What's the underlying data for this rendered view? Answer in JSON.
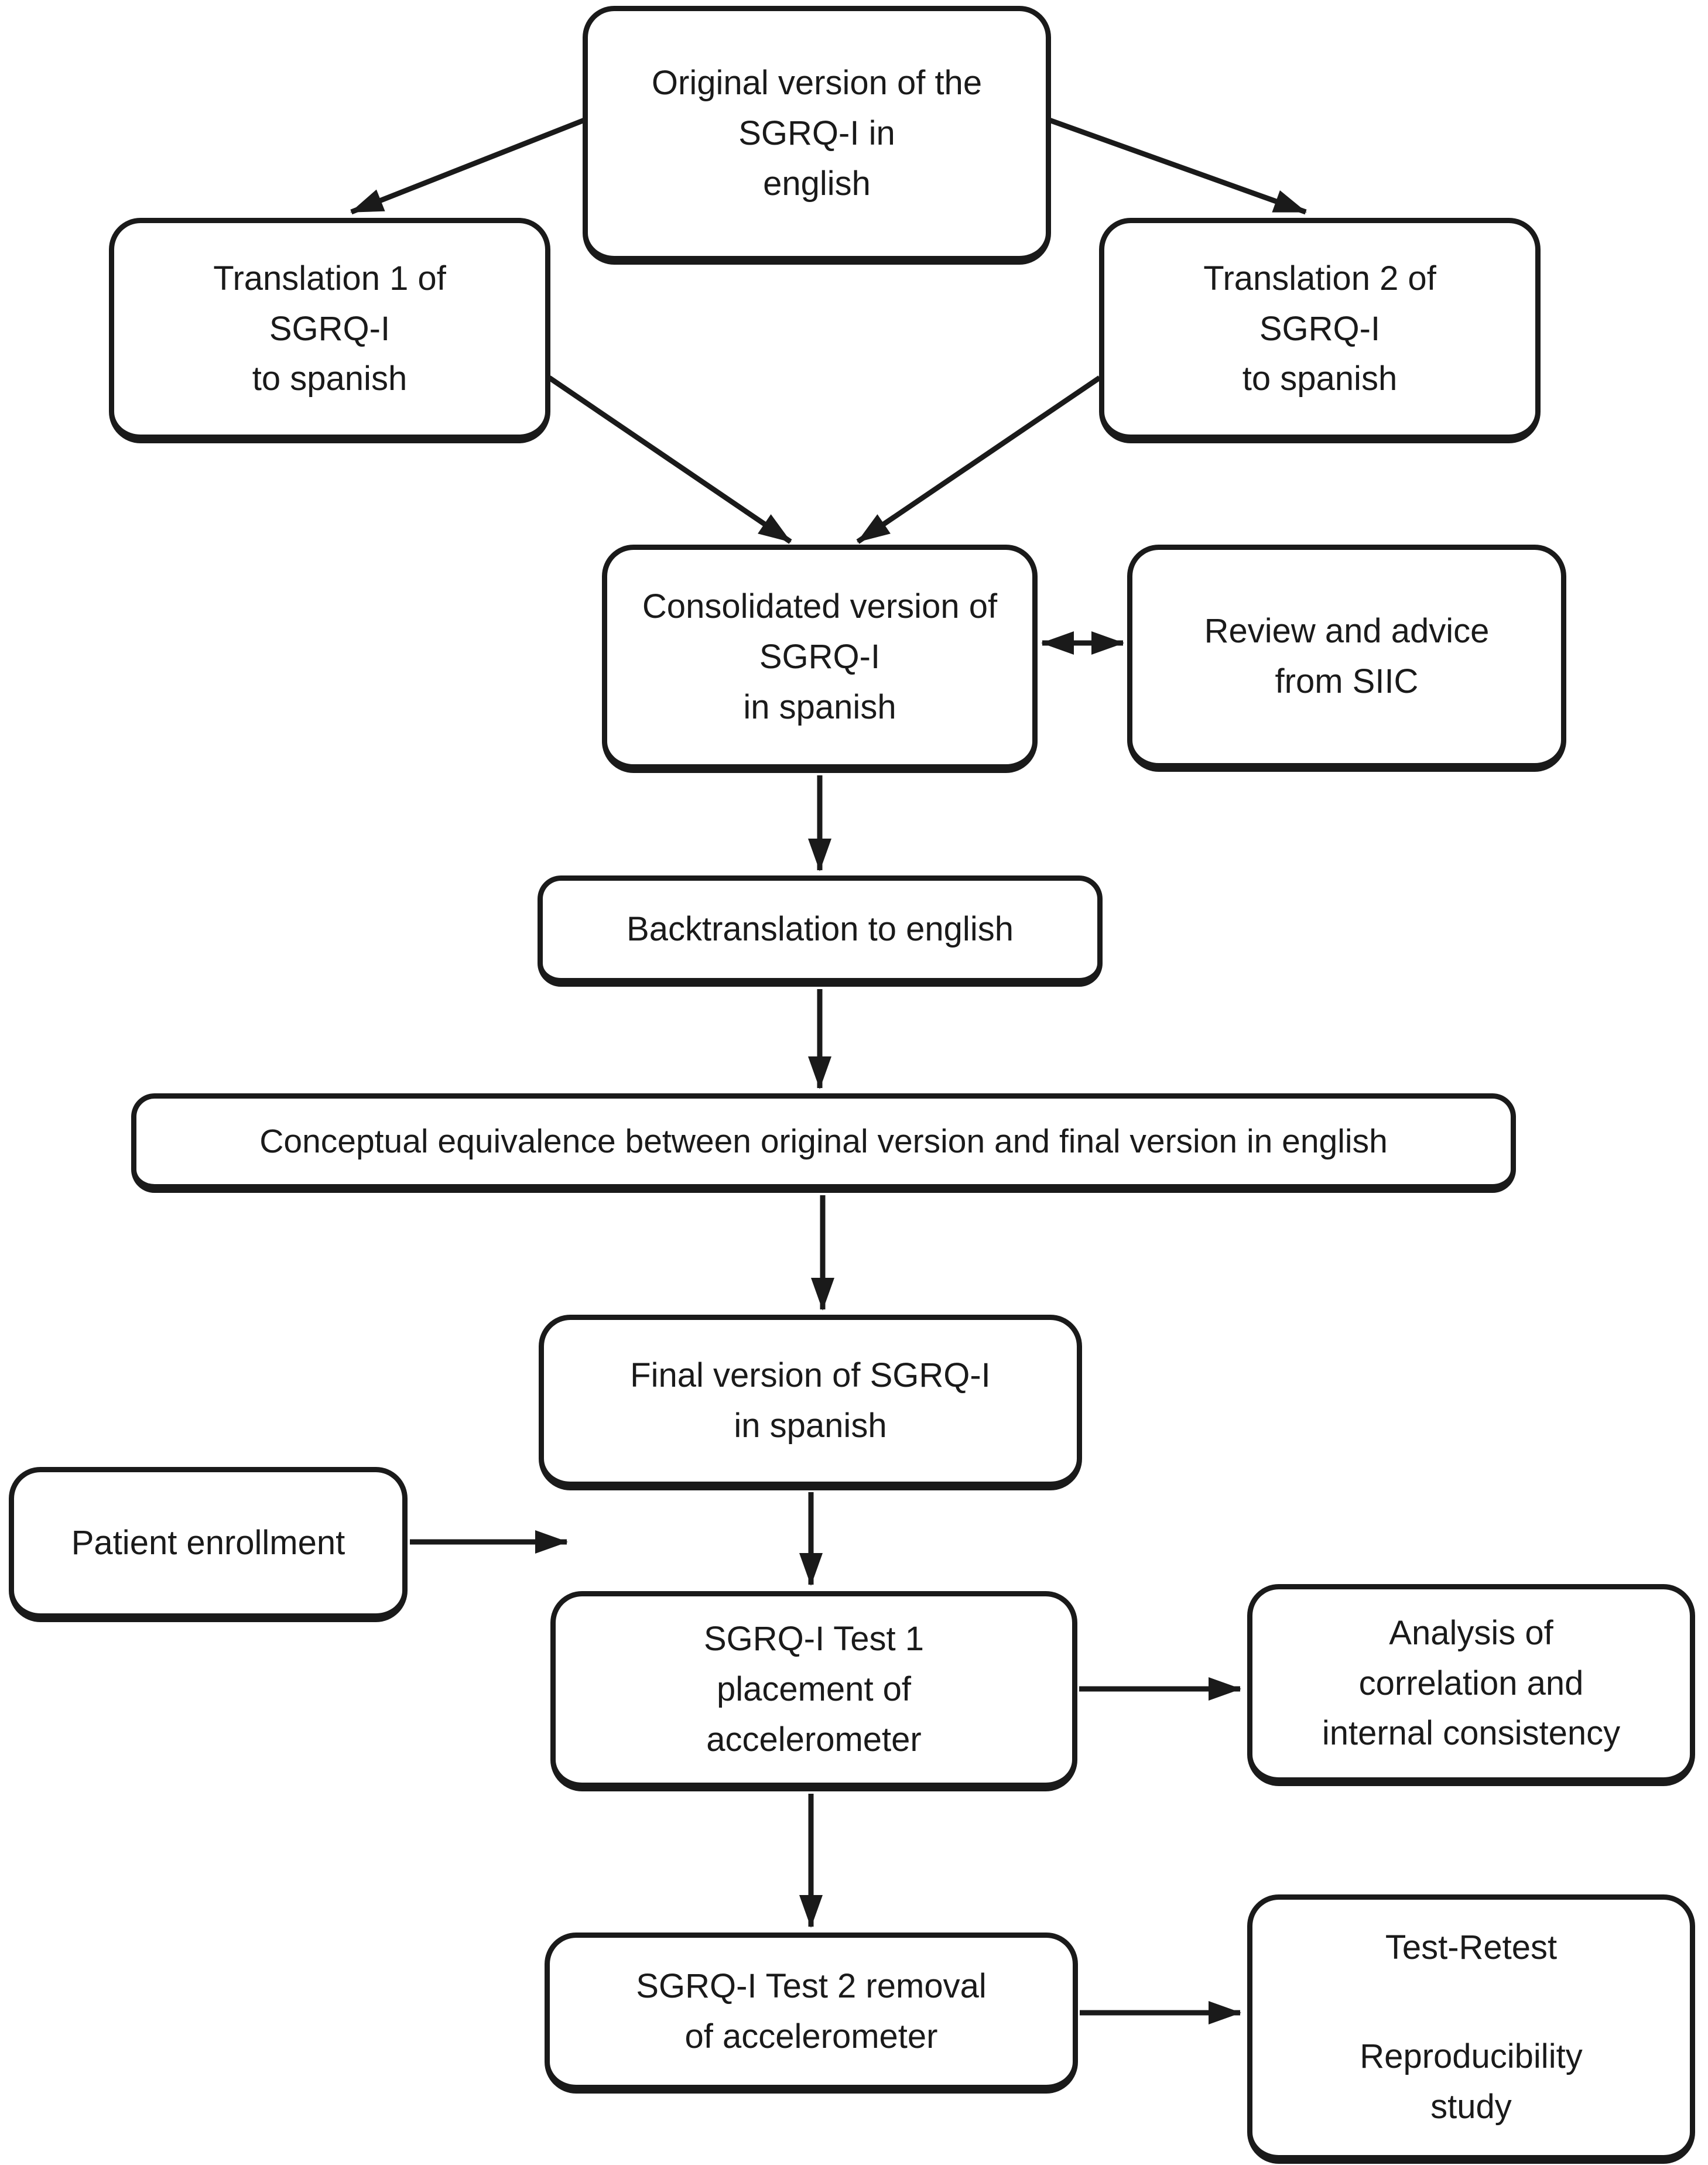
{
  "figure": {
    "type": "flowchart",
    "colors": {
      "background": "#ffffff",
      "line": "#1a1a1a",
      "text": "#1a1a1a",
      "node_fill": "#ffffff"
    },
    "nodes": {
      "original": {
        "lines": [
          "Original version of the",
          "SGRQ-I in",
          "english"
        ]
      },
      "translation1": {
        "lines": [
          "Translation 1 of",
          "SGRQ-I",
          "to spanish"
        ]
      },
      "translation2": {
        "lines": [
          "Translation 2 of",
          "SGRQ-I",
          "to spanish"
        ]
      },
      "consolidated": {
        "lines": [
          "Consolidated version of",
          "SGRQ-I",
          "in spanish"
        ]
      },
      "siic_review": {
        "lines": [
          "Review and advice",
          "from SIIC"
        ]
      },
      "backtranslation": {
        "lines": [
          "Backtranslation to english"
        ]
      },
      "conceptual_equivalence": {
        "lines": [
          "Conceptual equivalence between original version and final version in english"
        ]
      },
      "final_version": {
        "lines": [
          "Final version of SGRQ-I",
          "in spanish"
        ]
      },
      "patient_enrollment": {
        "lines": [
          "Patient enrollment"
        ]
      },
      "test1": {
        "lines": [
          "SGRQ-I Test 1",
          "placement of",
          "accelerometer"
        ]
      },
      "analysis": {
        "lines": [
          "Analysis of",
          "correlation and",
          "internal consistency"
        ]
      },
      "test2": {
        "lines": [
          "SGRQ-I Test 2 removal",
          "of accelerometer"
        ]
      },
      "test_retest": {
        "lines_top": [
          "Test-Retest"
        ],
        "lines_bottom": [
          "Reproducibility",
          "study"
        ]
      }
    }
  }
}
